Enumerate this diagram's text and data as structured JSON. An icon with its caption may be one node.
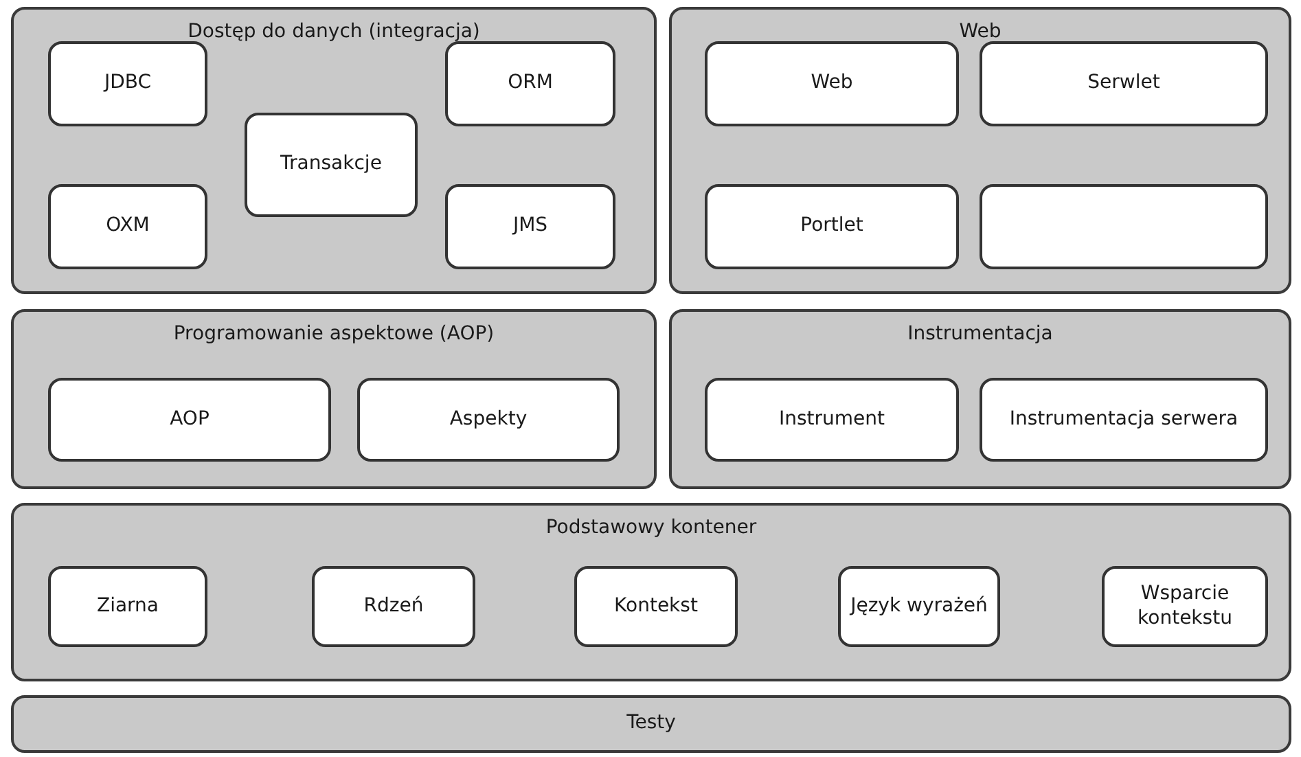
{
  "diagram": {
    "nodes": [
      {
        "text": [
          "Dostęp do danych (integracja)"
        ]
      },
      {
        "text": [
          "JDBC"
        ],
        "in": 0
      },
      {
        "text": [
          "ORM"
        ],
        "in": 0
      },
      {
        "text": [
          "Transakcje"
        ],
        "in": 0
      },
      {
        "text": [
          "OXM"
        ],
        "in": 0
      },
      {
        "text": [
          "JMS"
        ],
        "in": 0
      },
      {
        "text": [
          "Web"
        ]
      },
      {
        "text": [
          "Web"
        ],
        "in": 6
      },
      {
        "text": [
          "Serwlet"
        ],
        "in": 6
      },
      {
        "text": [
          "Portlet"
        ],
        "in": 6
      },
      {
        "text": [],
        "shape": "box",
        "in": 6
      },
      {
        "text": [
          "Programowanie aspektowe (AOP)"
        ]
      },
      {
        "text": [
          "AOP"
        ],
        "in": 11
      },
      {
        "text": [
          "Aspekty"
        ],
        "in": 11
      },
      {
        "text": [
          "Instrumentacja"
        ]
      },
      {
        "text": [
          "Instrument"
        ],
        "in": 14
      },
      {
        "text": [
          "Instrumentacja serwera"
        ],
        "in": 14
      },
      {
        "text": [
          "Podstawowy kontener"
        ]
      },
      {
        "text": [
          "Ziarna"
        ],
        "in": 17
      },
      {
        "text": [
          "Rdzeń"
        ],
        "in": 17
      },
      {
        "text": [
          "Kontekst"
        ],
        "in": 17
      },
      {
        "text": [
          "Język wyrażeń"
        ],
        "in": 17
      },
      {
        "text": [
          "Wsparcie kontekstu"
        ],
        "in": 17
      },
      {
        "text": [
          "Testy"
        ]
      }
    ]
  }
}
